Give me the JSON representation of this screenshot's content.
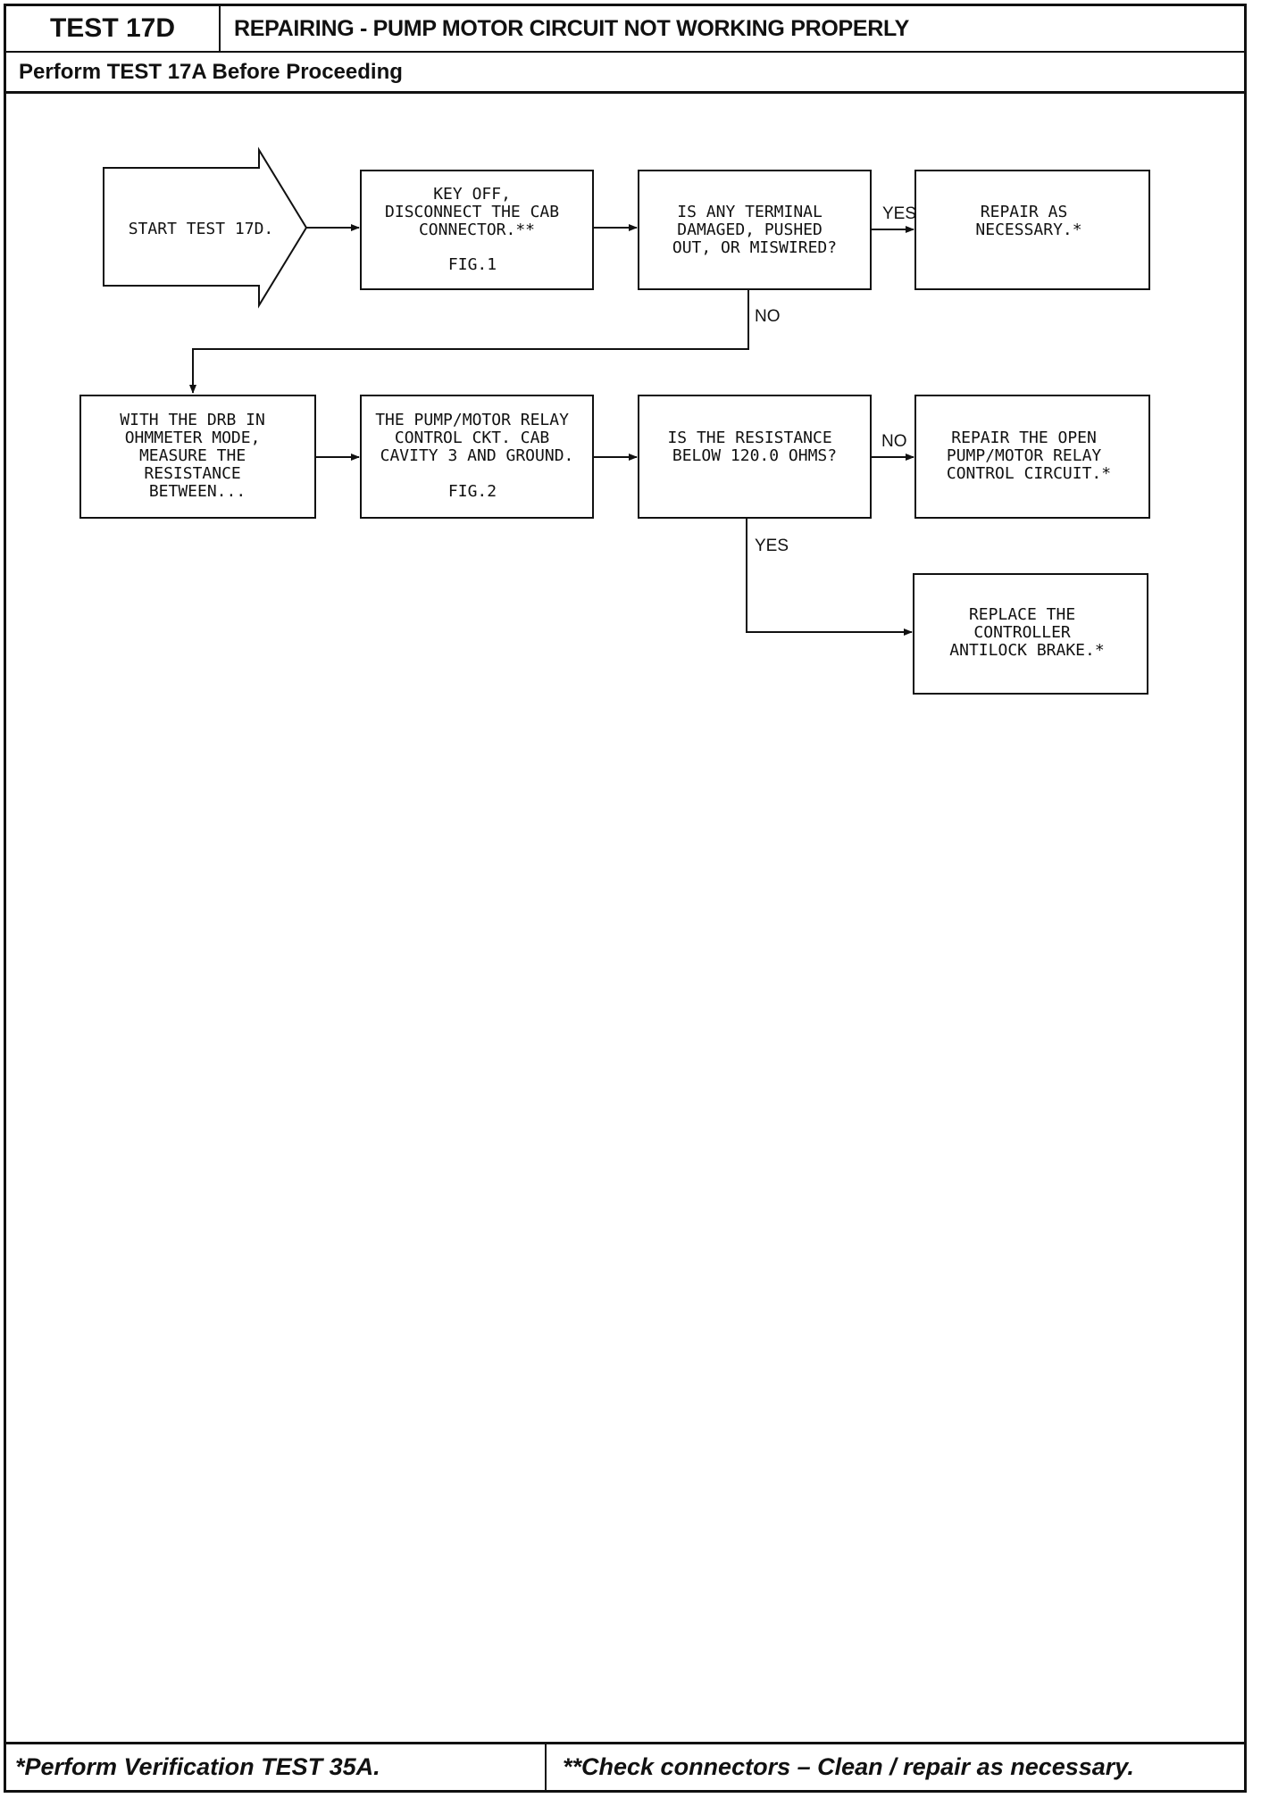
{
  "header": {
    "test_id": "TEST 17D",
    "title": "REPAIRING - PUMP MOTOR CIRCUIT NOT WORKING PROPERLY",
    "subtitle": "Perform TEST 17A Before Proceeding"
  },
  "footer": {
    "left_note": "*Perform Verification TEST 35A.",
    "right_note": "**Check connectors – Clean / repair as necessary."
  },
  "flow": {
    "start": [
      "START TEST 17D."
    ],
    "step1": [
      "KEY OFF,",
      "DISCONNECT THE CAB",
      "CONNECTOR.**"
    ],
    "step1_fig": "FIG.1",
    "q1": [
      "IS ANY TERMINAL",
      "DAMAGED, PUSHED",
      "OUT, OR MISWIRED?"
    ],
    "q1_yes": "YES",
    "q1_no": "NO",
    "repair1": [
      "REPAIR AS",
      "NECESSARY.*"
    ],
    "step2": [
      "WITH THE DRB IN",
      "OHMMETER MODE,",
      "MEASURE THE",
      "RESISTANCE",
      "BETWEEN..."
    ],
    "step3": [
      "THE PUMP/MOTOR RELAY",
      "CONTROL CKT. CAB",
      "CAVITY 3 AND GROUND."
    ],
    "step3_fig": "FIG.2",
    "q2": [
      "IS THE RESISTANCE",
      "BELOW 120.0 OHMS?"
    ],
    "q2_no": "NO",
    "q2_yes": "YES",
    "repair2": [
      "REPAIR THE OPEN",
      "PUMP/MOTOR RELAY",
      "CONTROL CIRCUIT.*"
    ],
    "replace": [
      "REPLACE THE",
      "CONTROLLER",
      "ANTILOCK BRAKE.*"
    ]
  }
}
